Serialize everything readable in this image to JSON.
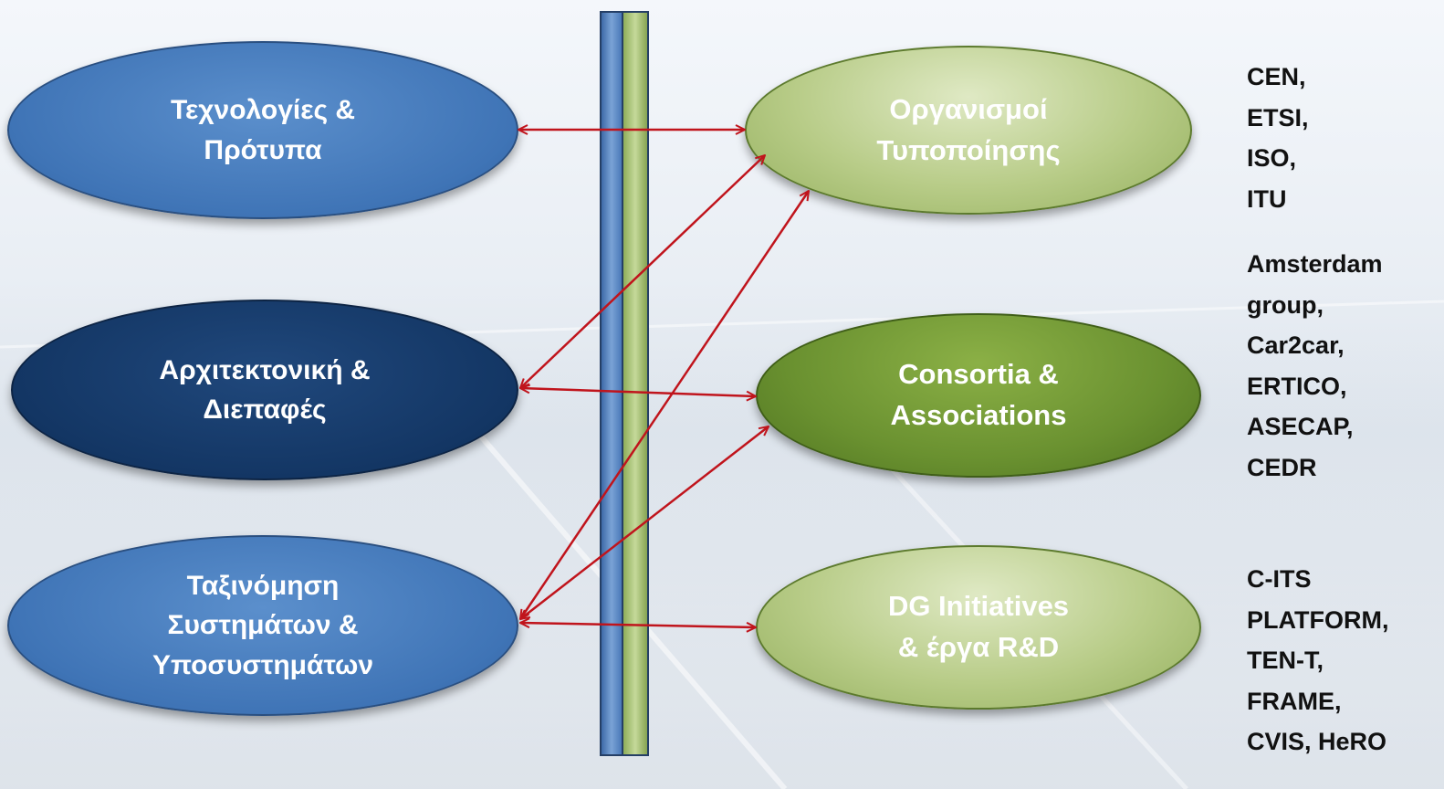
{
  "left_nodes": {
    "tech": "Τεχνολογίες &\nΠρότυπα",
    "arch": "Αρχιτεκτονική &\nΔιεπαφές",
    "class": "Ταξινόμηση\nΣυστημάτων &\nΥποσυστημάτων"
  },
  "right_nodes": {
    "standards": "Οργανισμοί\nΤυποποίησης",
    "consortia": "Consortia &\nAssociations",
    "dg": "DG Initiatives\n& έργα R&D"
  },
  "lists": {
    "standards_orgs": [
      "CEN,",
      "ETSI,",
      "ISO,",
      "ITU"
    ],
    "consortia_members": [
      "Amsterdam",
      "group,",
      "Car2car,",
      "ERTICO,",
      "ASECAP,",
      "CEDR"
    ],
    "dg_projects": [
      "C-ITS",
      "PLATFORM,",
      "TEN-T,",
      "FRAME,",
      "CVIS, HeRO"
    ]
  },
  "colors": {
    "arrow": "#c0141c",
    "blue_node": "#3f74b6",
    "navy_node": "#133664",
    "light_green_node": "#b8cc88",
    "dark_green_node": "#6a9130"
  }
}
